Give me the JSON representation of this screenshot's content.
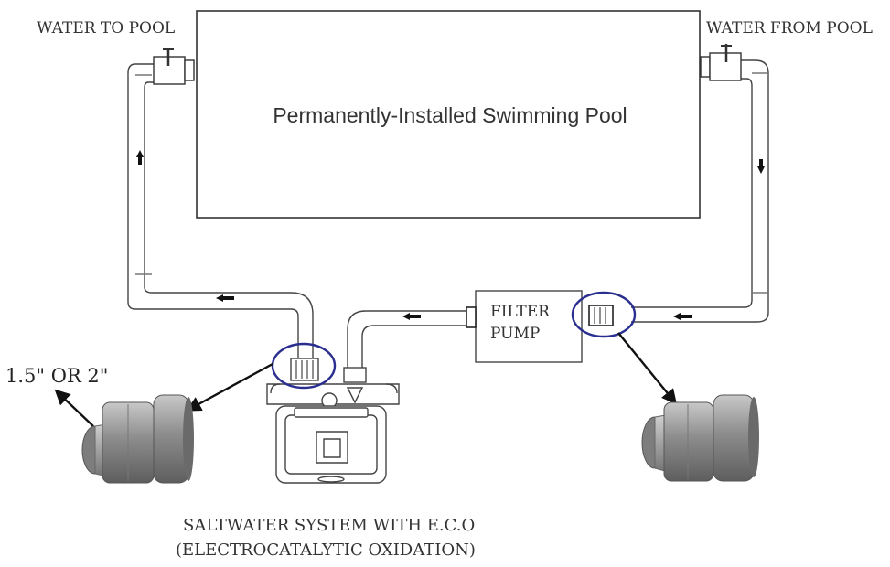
{
  "labels": {
    "water_to_pool": "WATER TO POOL",
    "water_from_pool": "WATER FROM POOL",
    "pool_title": "Permanently-Installed Swimming Pool",
    "filter_line1": "FILTER",
    "filter_line2": "PUMP",
    "union_size": "1.5\" OR  2\"",
    "system_line1": "SALTWATER SYSTEM WITH E.C.O",
    "system_line2": "(ELECTROCATALYTIC OXIDATION)"
  },
  "colors": {
    "line": "#333333",
    "highlight": "#2a2f8f",
    "union_fill": "#9a9a9a"
  }
}
